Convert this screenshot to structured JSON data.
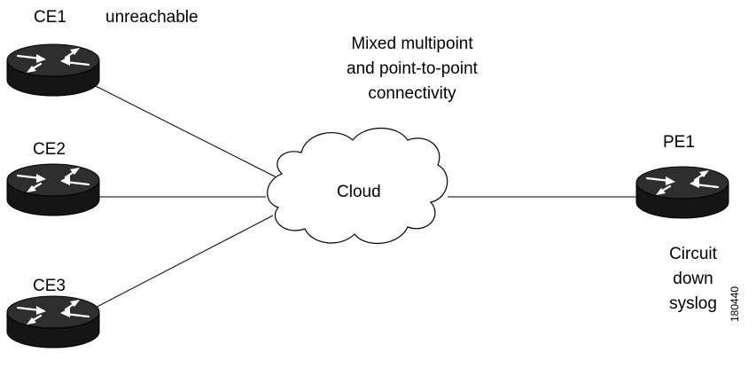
{
  "routers": {
    "ce1": {
      "name": "CE1",
      "status": "unreachable"
    },
    "ce2": {
      "name": "CE2"
    },
    "ce3": {
      "name": "CE3"
    },
    "pe1": {
      "name": "PE1"
    }
  },
  "cloud": {
    "label": "Cloud"
  },
  "annotations": {
    "connectivity": [
      "Mixed multipoint",
      "and point-to-point",
      "connectivity"
    ],
    "pe1_status": [
      "Circuit",
      "down",
      "syslog"
    ]
  },
  "figure_id": "180440",
  "colors": {
    "router_dark": "#1e1e1e",
    "router_top": "#2f2f2f",
    "line": "#000000",
    "arrow": "#ffffff"
  },
  "icons": {
    "router": "router-icon",
    "cloud": "cloud-shape"
  }
}
